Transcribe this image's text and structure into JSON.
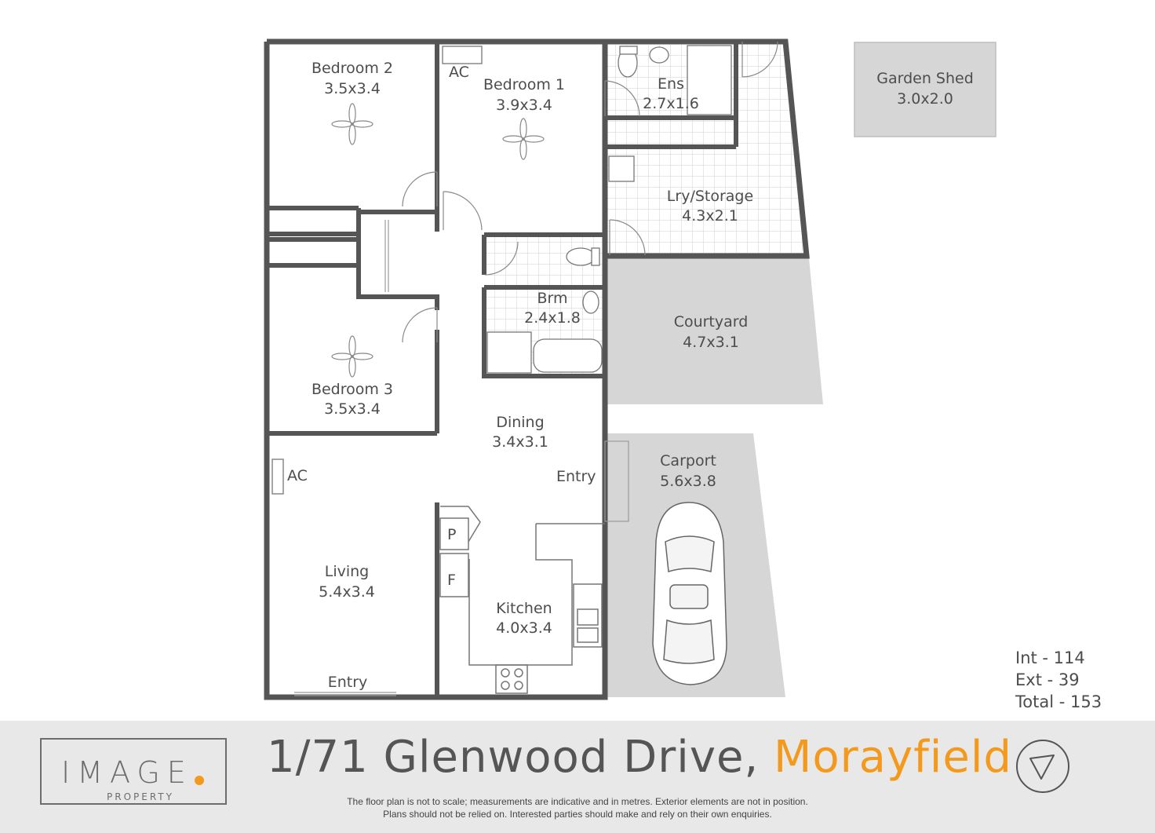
{
  "rooms": {
    "bedroom2": {
      "name": "Bedroom 2",
      "size": "3.5x3.4"
    },
    "bedroom1": {
      "name": "Bedroom 1",
      "size": "3.9x3.4"
    },
    "ens": {
      "name": "Ens",
      "size": "2.7x1.6"
    },
    "lry": {
      "name": "Lry/Storage",
      "size": "4.3x2.1"
    },
    "shed": {
      "name": "Garden Shed",
      "size": "3.0x2.0"
    },
    "brm": {
      "name": "Brm",
      "size": "2.4x1.8"
    },
    "courtyard": {
      "name": "Courtyard",
      "size": "4.7x3.1"
    },
    "bedroom3": {
      "name": "Bedroom 3",
      "size": "3.5x3.4"
    },
    "dining": {
      "name": "Dining",
      "size": "3.4x3.1"
    },
    "carport": {
      "name": "Carport",
      "size": "5.6x3.8"
    },
    "living": {
      "name": "Living",
      "size": "5.4x3.4"
    },
    "kitchen": {
      "name": "Kitchen",
      "size": "4.0x3.4"
    }
  },
  "labels": {
    "ac1": "AC",
    "ac2": "AC",
    "entry_side": "Entry",
    "entry_front": "Entry",
    "pantry": "P",
    "fridge": "F"
  },
  "areas": {
    "int": "Int -  114",
    "ext": "Ext -  39",
    "total": "Total - 153"
  },
  "footer": {
    "logo_word": "IMAGE",
    "logo_sub": "PROPERTY",
    "address_street": "1/71 Glenwood Drive, ",
    "address_suburb": "Morayfield",
    "disclaimer_1": "The floor plan is not to scale; measurements are indicative and in metres. Exterior elements are not in position.",
    "disclaimer_2": "Plans should not be relied on. Interested parties should make and rely on their own enquiries."
  },
  "colors": {
    "accent": "#f39a1d",
    "wall": "#555555",
    "exterior_fill": "#d6d6d6"
  }
}
